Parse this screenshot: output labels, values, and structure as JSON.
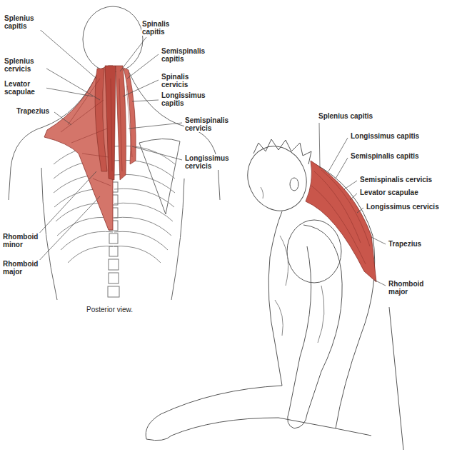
{
  "diagram": {
    "labels": [
      "Splenius capitis",
      "Splenius cervicis",
      "Levator scapulae",
      "Trapezius",
      "Spinalis capitis",
      "Semispinalis capitis",
      "Spinalis cervicis",
      "Longissimus capitis",
      "Semispinalis cervicis",
      "Longissimus cervicis",
      "Rhomboid minor",
      "Rhomboid major",
      "Posterior view.",
      "Splenius capitis",
      "Longissimus capitis",
      "Semispinalis capitis",
      "Semispinalis cervicis",
      "Levator scapulae",
      "Longissimus cervicis",
      "Trapezius",
      "Rhomboid major"
    ]
  }
}
